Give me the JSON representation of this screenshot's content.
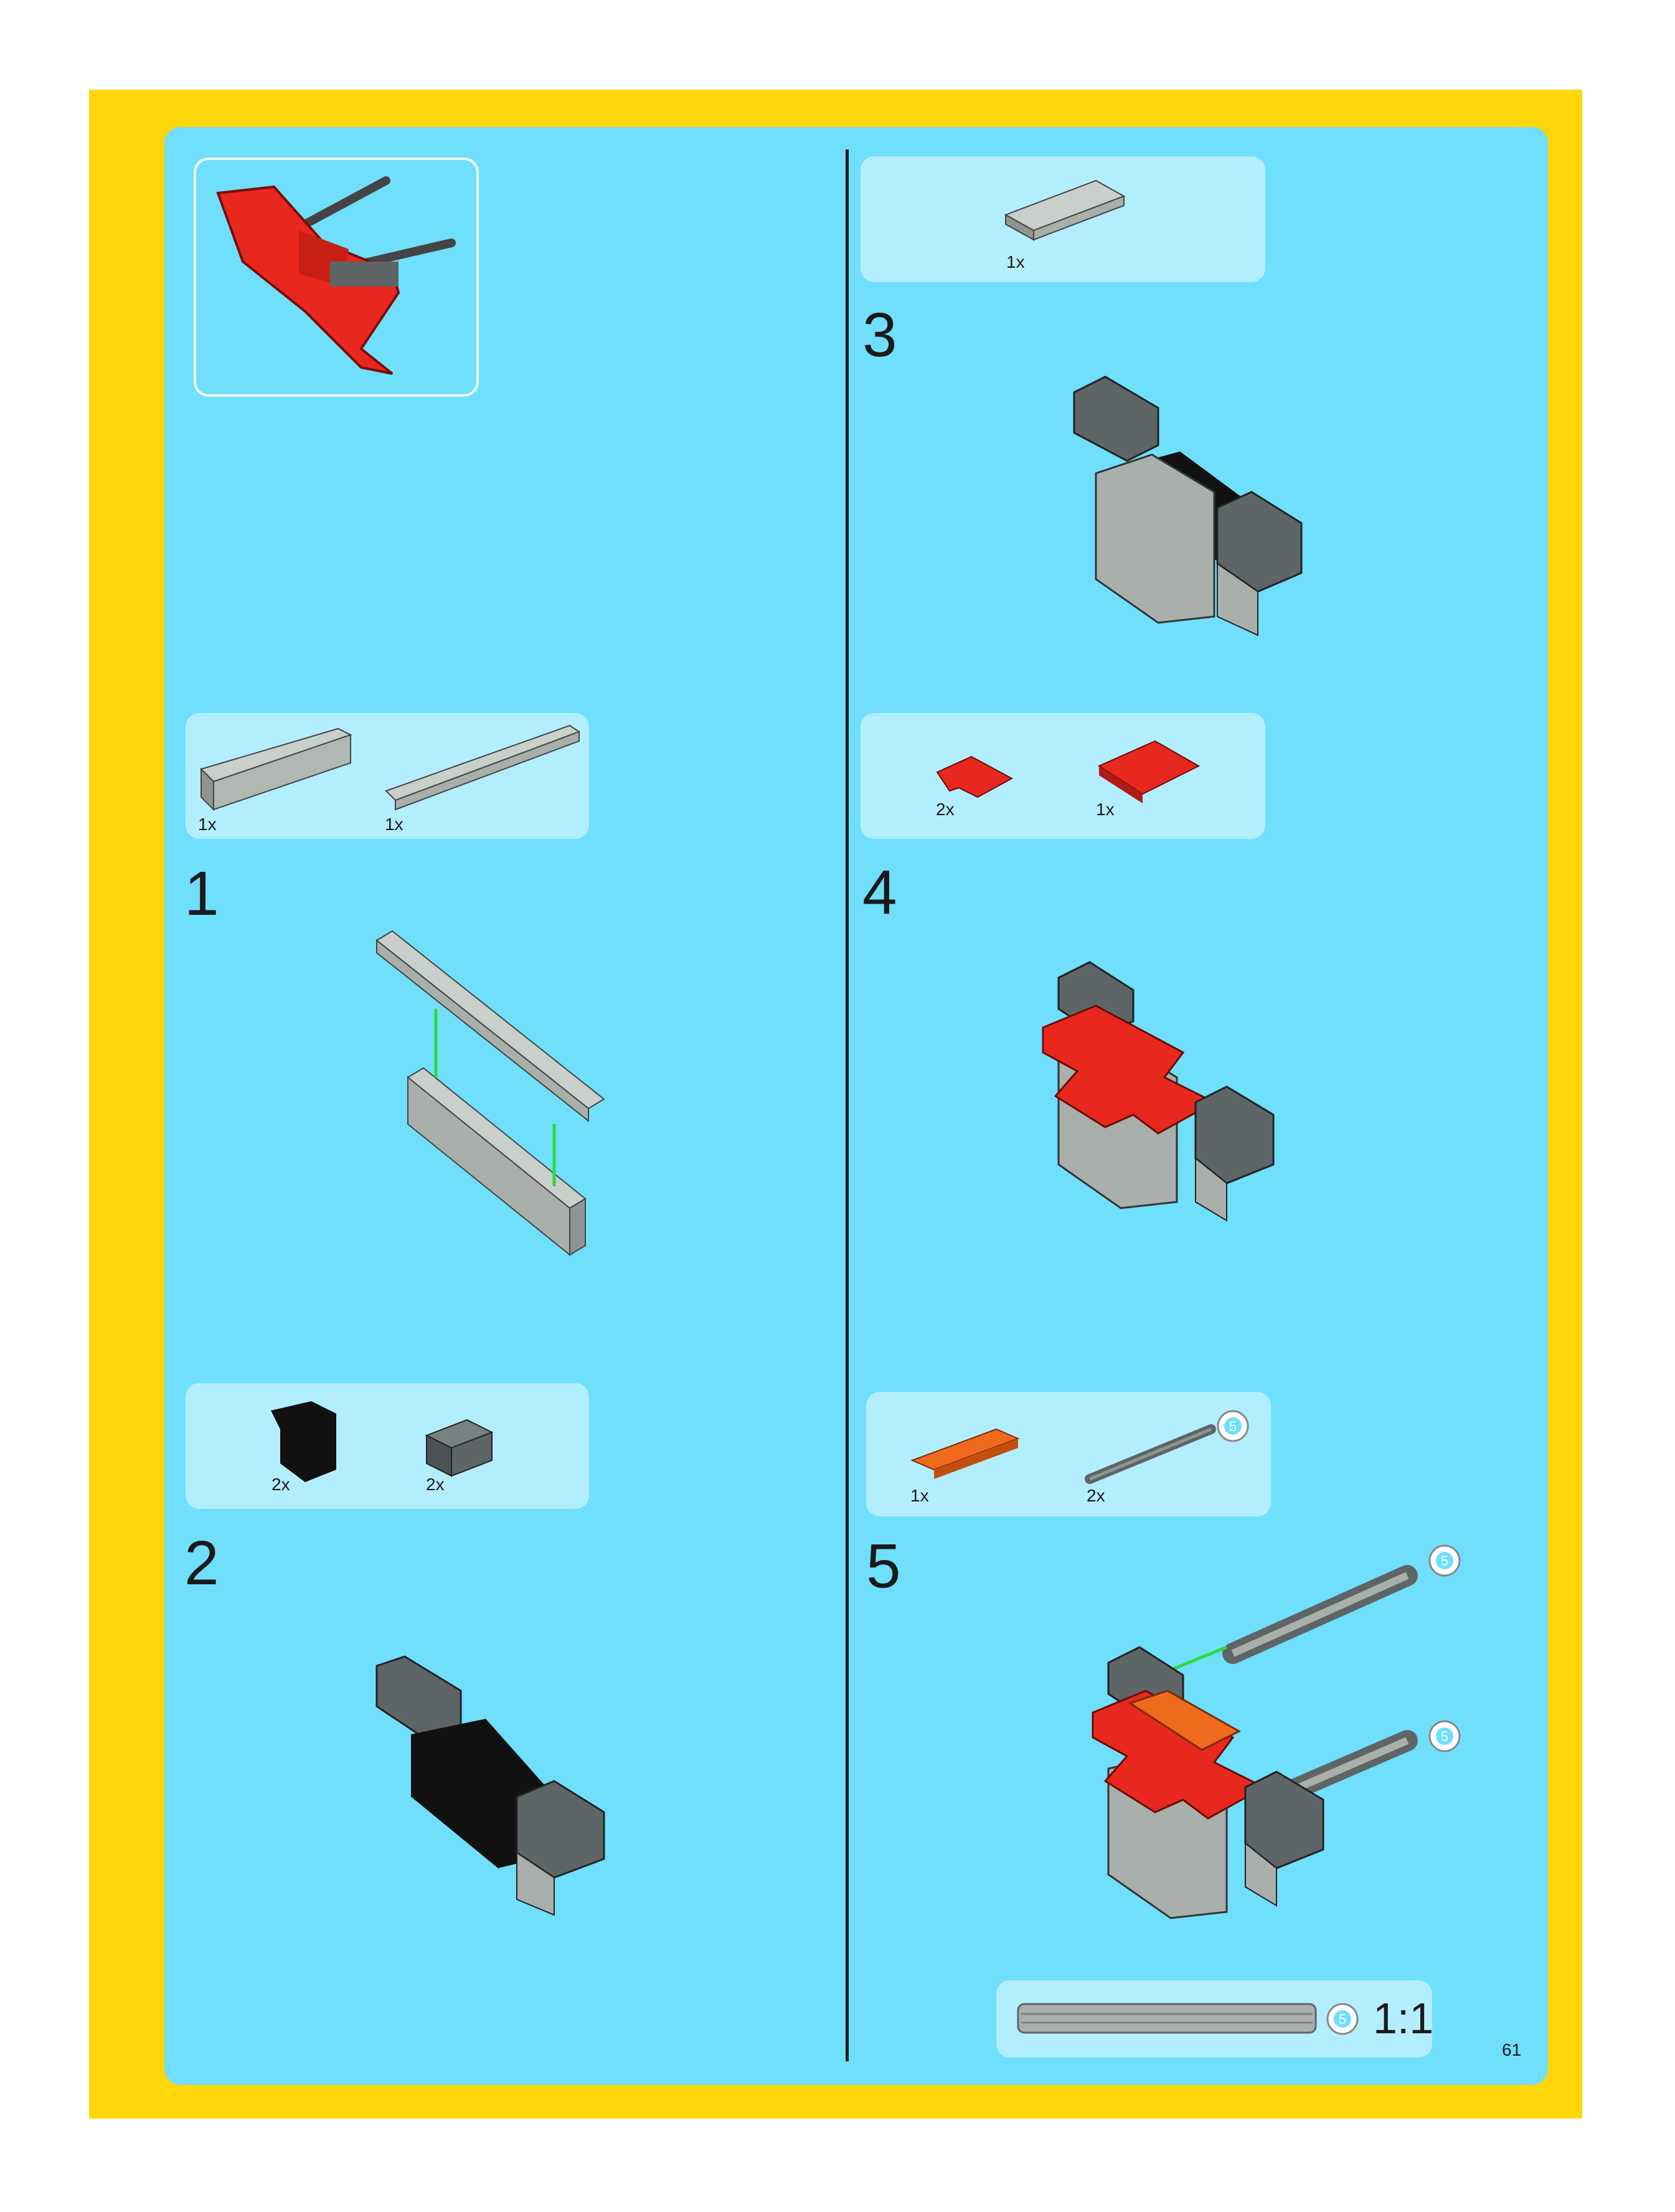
{
  "page": {
    "page_number": "61"
  },
  "colors": {
    "frame": "#FFD60A",
    "panel": "#6FDFFC",
    "parts_box": "#B3EEFF",
    "brick_red": "#E8281E",
    "brick_gray": "#A9AFAA",
    "brick_dark": "#5E6566",
    "brick_black": "#111111",
    "brick_orange": "#F06A1E"
  },
  "steps": [
    {
      "number": "1",
      "parts": [
        {
          "qty": "1x",
          "icon": "gray-brick-1x6"
        },
        {
          "qty": "1x",
          "icon": "gray-plate-1x10"
        }
      ]
    },
    {
      "number": "2",
      "parts": [
        {
          "qty": "2x",
          "icon": "black-slope-brick"
        },
        {
          "qty": "2x",
          "icon": "dark-gray-technic-brick"
        }
      ]
    },
    {
      "number": "3",
      "parts": [
        {
          "qty": "1x",
          "icon": "gray-plate-2x4"
        }
      ]
    },
    {
      "number": "4",
      "parts": [
        {
          "qty": "2x",
          "icon": "red-corner-plate"
        },
        {
          "qty": "1x",
          "icon": "red-plate-2x4"
        }
      ]
    },
    {
      "number": "5",
      "parts": [
        {
          "qty": "1x",
          "icon": "orange-plate-1x4"
        },
        {
          "qty": "2x",
          "icon": "technic-axle-5"
        }
      ],
      "axle_length_badge": "5",
      "callout_badges": [
        "5",
        "5"
      ]
    }
  ],
  "scale_reference": {
    "badge": "5",
    "label": "1:1"
  }
}
